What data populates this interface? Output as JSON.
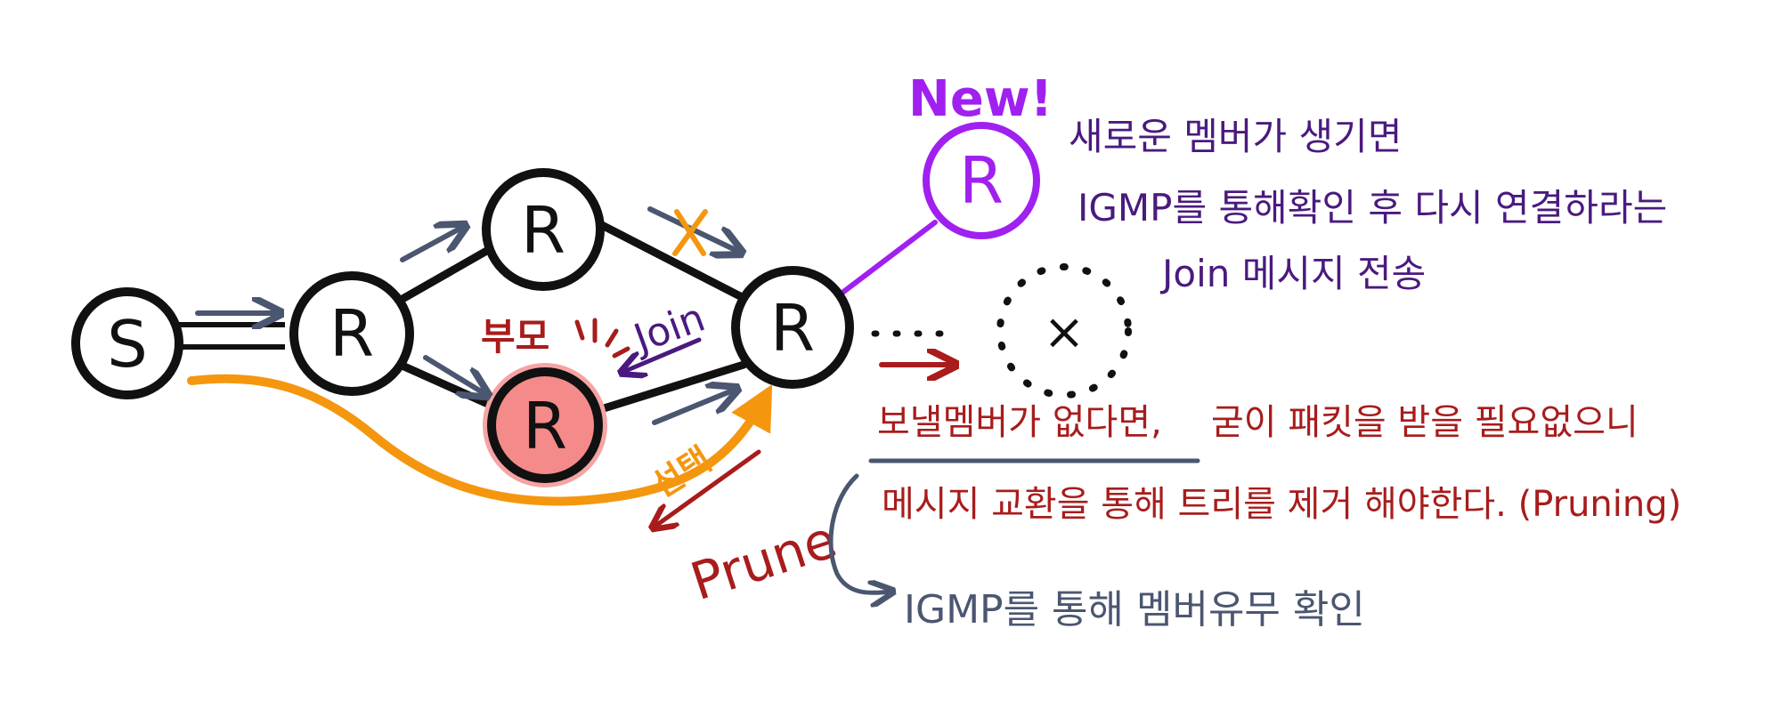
{
  "colors": {
    "ink": "#111111",
    "flow_arrow": "#4b5670",
    "orange": "#f5960f",
    "purple": "#4a1a7e",
    "violet": "#a020f0",
    "red": "#a81c1c",
    "slate": "#4b5670",
    "parent_fill": "#f48a8a"
  },
  "nodes": {
    "source": "S",
    "router": "R",
    "removed": "×"
  },
  "labels": {
    "new": "New!",
    "join": "Join",
    "parent": "부모",
    "select": "선택",
    "prune": "Prune"
  },
  "notes": {
    "new_member": [
      "새로운 멤버가 생기면",
      "IGMP를 통해확인 후 다시 연결하라는",
      "Join 메시지 전송"
    ],
    "prune_line1_underlined": "보낼멤버가 없다면,",
    "prune_line1_rest": "굳이 패킷을 받을 필요없으니",
    "prune_line2": "메시지 교환을 통해 트리를 제거 해야한다. (Pruning)",
    "igmp_check": "IGMP를 통해 멤버유무 확인"
  }
}
